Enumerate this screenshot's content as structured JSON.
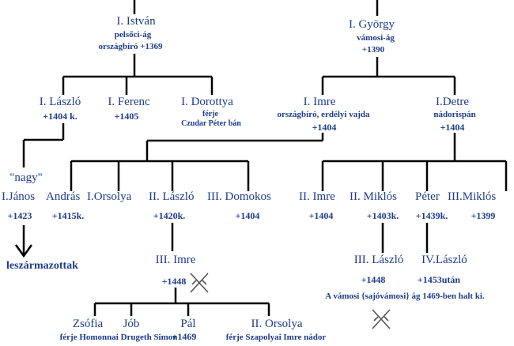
{
  "persons": {
    "istvan": {
      "name": "I. István",
      "line1": "pelsőci-ág",
      "line2": "országbíró +1369"
    },
    "gyorgy": {
      "name": "I. György",
      "line1": "vámosi-ág",
      "line2": "+1390"
    },
    "laszlo1": {
      "name": "I. László",
      "date": "+1404 k."
    },
    "ferenc": {
      "name": "I. Ferenc",
      "date": "+1405"
    },
    "dorottya": {
      "name": "I. Dorottya",
      "line1": "férje",
      "line2": "Czudar Péter bán"
    },
    "imre1": {
      "name": "I. Imre",
      "line1": "országbíró, erdélyi vajda",
      "date": "+1404"
    },
    "detre": {
      "name": "I.Detre",
      "line1": "nádorispán",
      "date": "+1404"
    },
    "nagy": {
      "name": "\"nagy\""
    },
    "janos": {
      "name": "I.János",
      "date": "+1423"
    },
    "andras": {
      "name": "András",
      "date": "+1415k."
    },
    "orsolya1": {
      "name": "I.Orsolya"
    },
    "laszlo2": {
      "name": "II. László",
      "date": "+1420k."
    },
    "domokos": {
      "name": "III. Domokos",
      "date": "+1404"
    },
    "imre2": {
      "name": "II. Imre",
      "date": "+1404"
    },
    "miklos2": {
      "name": "II. Miklós",
      "date": "+1403k."
    },
    "peter": {
      "name": "Péter",
      "date": "+1439k."
    },
    "miklos3": {
      "name": "III.Miklós",
      "date": "+1399"
    },
    "leszarmazottak": {
      "name": "leszármazottak"
    },
    "imre3": {
      "name": "III. Imre",
      "date": "+1448"
    },
    "laszlo3": {
      "name": "III. László",
      "date": "+1448"
    },
    "laszlo4": {
      "name": "IV.László",
      "date": "+1453után"
    },
    "zsofia": {
      "name": "Zsófia"
    },
    "job": {
      "name": "Jób"
    },
    "zsofia_job_spouse": "férje Homonnai Drugeth Simon",
    "pal": {
      "name": "Pál",
      "date": "+1469"
    },
    "orsolya2": {
      "name": "II. Orsolya",
      "line1": "férje Szapolyai Imre nádor"
    }
  },
  "note": "A vámosi {sajóvámosi} ág 1469-ben halt ki."
}
